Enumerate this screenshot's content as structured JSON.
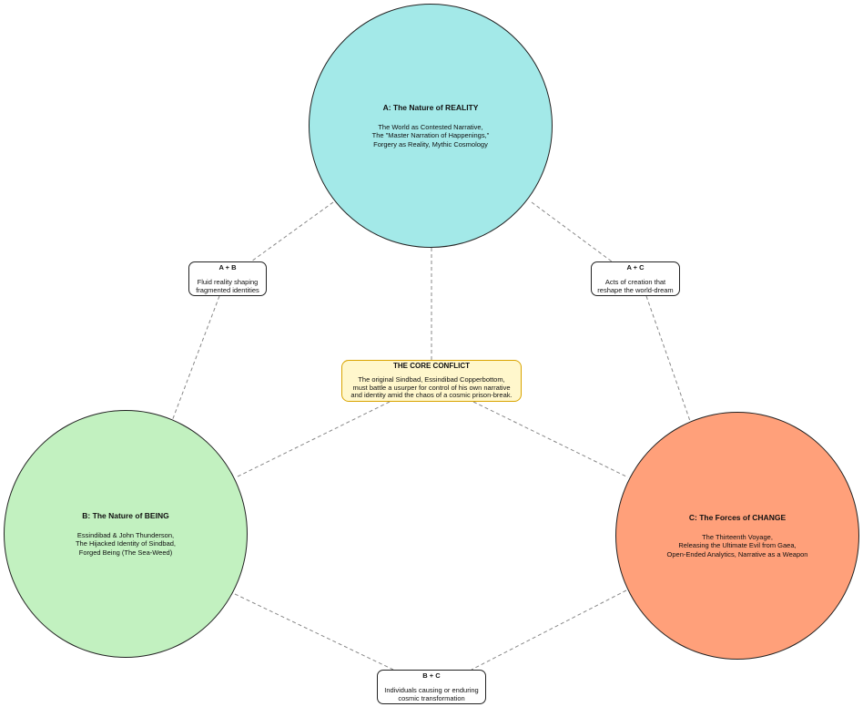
{
  "colors": {
    "reality": "#a3e9e8",
    "being": "#c2f1c0",
    "change": "#ffa07a",
    "core_fill": "#fff7cc",
    "core_border": "#d9a400",
    "connector": "#888888"
  },
  "circles": {
    "reality": {
      "title": "A: The Nature of REALITY",
      "lines": [
        "The World as Contested Narrative,",
        "The \"Master Narration of Happenings,\"",
        "Forgery as Reality, Mythic Cosmology"
      ]
    },
    "being": {
      "title": "B: The Nature of BEING",
      "lines": [
        "Essindibad & John Thunderson,",
        "The Hijacked Identity of Sindbad,",
        "Forged Being (The Sea-Weed)"
      ]
    },
    "change": {
      "title": "C: The Forces of CHANGE",
      "lines": [
        "The Thirteenth Voyage,",
        "Releasing the Ultimate Evil from Gaea,",
        "Open-Ended Analytics, Narrative as a Weapon"
      ]
    }
  },
  "intersections": {
    "ab": {
      "title": "A + B",
      "lines": [
        "Fluid reality shaping",
        "fragmented identities"
      ]
    },
    "ac": {
      "title": "A + C",
      "lines": [
        "Acts of creation that",
        "reshape the world-dream"
      ]
    },
    "bc": {
      "title": "B + C",
      "lines": [
        "Individuals causing or enduring",
        "cosmic transformation"
      ]
    }
  },
  "core": {
    "title": "THE CORE CONFLICT",
    "lines": [
      "The original Sindbad, Essindibad Copperbottom,",
      "must battle a usurper for control of his own narrative",
      "and identity amid the chaos of a cosmic prison-break."
    ]
  }
}
